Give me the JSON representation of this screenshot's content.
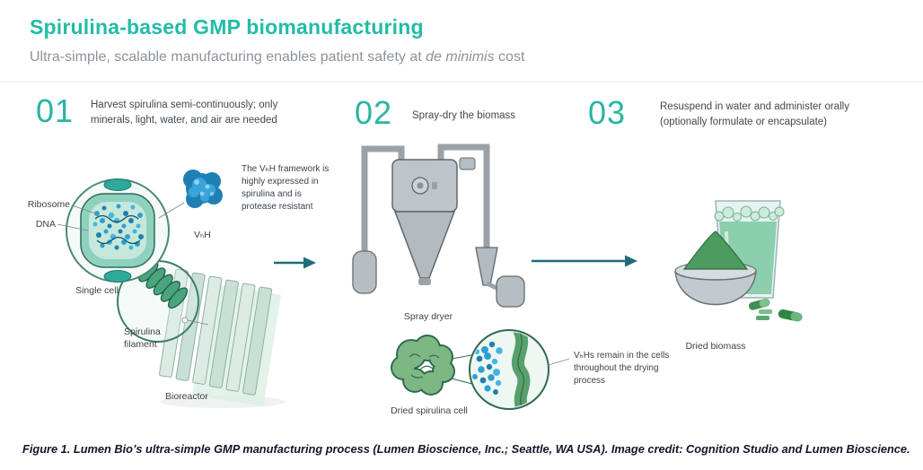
{
  "header": {
    "title": "Spirulina-based GMP biomanufacturing",
    "subtitle_pre": "Ultra-simple, scalable manufacturing enables patient safety at ",
    "subtitle_em": "de minimis",
    "subtitle_post": " cost"
  },
  "steps": [
    {
      "num": "01",
      "text": "Harvest spirulina semi-continuously; only minerals, light, water, and air are needed"
    },
    {
      "num": "02",
      "text": "Spray-dry the biomass"
    },
    {
      "num": "03",
      "text": "Resuspend in water and administer orally (optionally formulate or encapsulate)"
    }
  ],
  "diagram": {
    "labels": {
      "ribosome": "Ribosome",
      "dna": "DNA",
      "single_cell": "Single cell",
      "vhh": "VₕH",
      "vhh_note": "The VₕH framework is highly expressed in spirulina and is protease resistant",
      "filament": "Spirulina filament",
      "bioreactor": "Bioreactor",
      "spray_dryer": "Spray dryer",
      "dried_cell": "Dried spirulina cell",
      "drying_note": "VₕHs remain in the cells throughout the drying process",
      "dried_biomass": "Dried biomass"
    }
  },
  "caption": "Figure 1. Lumen Bio’s ultra-simple GMP manufacturing process (Lumen Bioscience, Inc.; Seattle, WA USA). Image credit: Cognition Studio and Lumen Bioscience.",
  "colors": {
    "accent_teal": "#23bca7",
    "step_teal": "#2ab5a0",
    "subtitle_gray": "#8d939a",
    "arrow_dark_teal": "#1f6b7a",
    "label_dark": "#3c434a",
    "caption_dark": "#13152b",
    "spirulina_green": "#4aa57f",
    "ribosome_blue": "#2e9fd4",
    "machine_gray": "#bdc4ca"
  }
}
